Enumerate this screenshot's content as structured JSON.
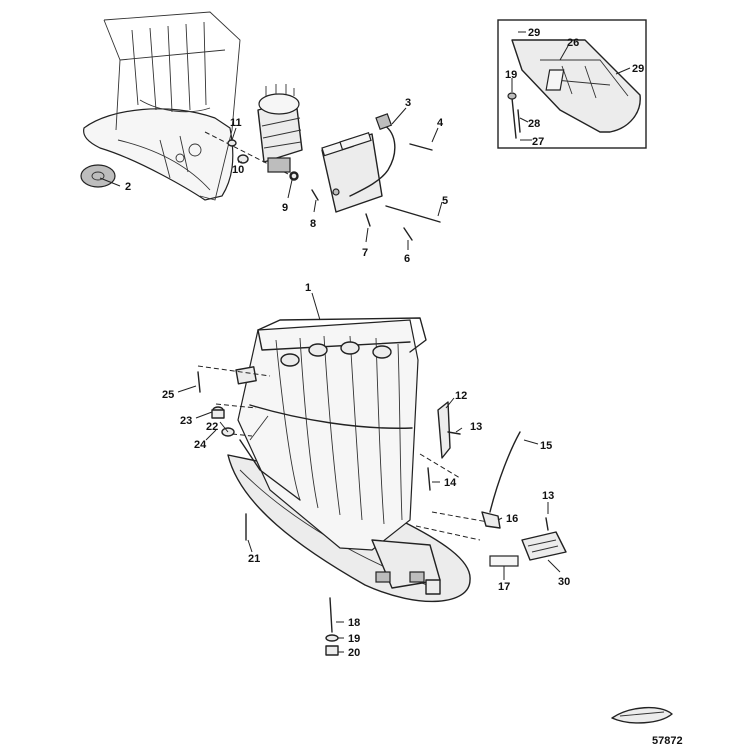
{
  "diagram": {
    "figure_number": "57872",
    "callouts": [
      {
        "id": "c1",
        "label": "1"
      },
      {
        "id": "c2",
        "label": "2"
      },
      {
        "id": "c3",
        "label": "3"
      },
      {
        "id": "c4",
        "label": "4"
      },
      {
        "id": "c5",
        "label": "5"
      },
      {
        "id": "c6",
        "label": "6"
      },
      {
        "id": "c7",
        "label": "7"
      },
      {
        "id": "c8",
        "label": "8"
      },
      {
        "id": "c9",
        "label": "9"
      },
      {
        "id": "c10",
        "label": "10"
      },
      {
        "id": "c11",
        "label": "11"
      },
      {
        "id": "c12",
        "label": "12"
      },
      {
        "id": "c13a",
        "label": "13"
      },
      {
        "id": "c13b",
        "label": "13"
      },
      {
        "id": "c14",
        "label": "14"
      },
      {
        "id": "c15",
        "label": "15"
      },
      {
        "id": "c16",
        "label": "16"
      },
      {
        "id": "c17",
        "label": "17"
      },
      {
        "id": "c18",
        "label": "18"
      },
      {
        "id": "c19a",
        "label": "19"
      },
      {
        "id": "c19b",
        "label": "19"
      },
      {
        "id": "c20",
        "label": "20"
      },
      {
        "id": "c21",
        "label": "21"
      },
      {
        "id": "c22",
        "label": "22"
      },
      {
        "id": "c23",
        "label": "23"
      },
      {
        "id": "c24",
        "label": "24"
      },
      {
        "id": "c25",
        "label": "25"
      },
      {
        "id": "c26",
        "label": "26"
      },
      {
        "id": "c27",
        "label": "27"
      },
      {
        "id": "c28",
        "label": "28"
      },
      {
        "id": "c29a",
        "label": "29"
      },
      {
        "id": "c29b",
        "label": "29"
      },
      {
        "id": "c30",
        "label": "30"
      }
    ]
  }
}
